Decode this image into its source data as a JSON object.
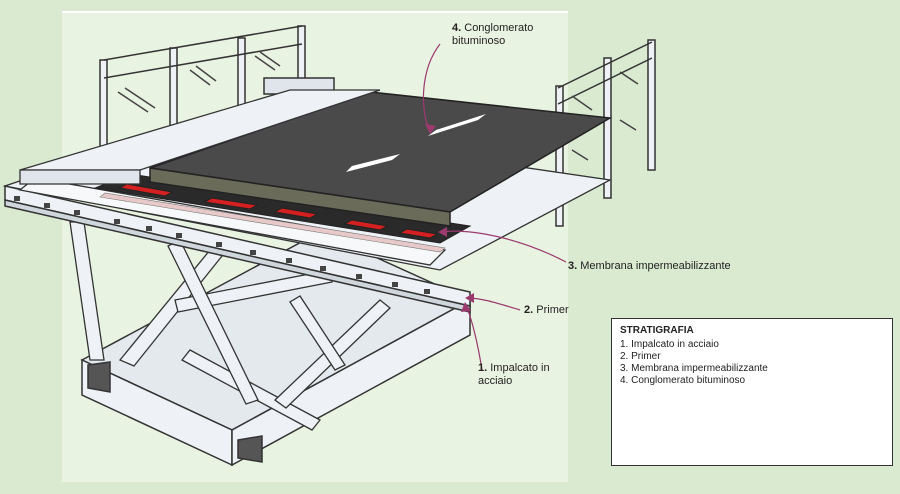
{
  "labels": {
    "conglomerato": {
      "num": "4.",
      "line1": "Conglomerato",
      "line2": "bituminoso"
    },
    "membrana": {
      "num": "3.",
      "text": "Membrana impermeabilizzante"
    },
    "primer": {
      "num": "2.",
      "text": "Primer"
    },
    "impalcato": {
      "num": "1.",
      "line1": "Impalcato in",
      "line2": "acciaio"
    }
  },
  "legend": {
    "title": "STRATIGRAFIA",
    "items": [
      "1. Impalcato in acciaio",
      "2. Primer",
      "3. Membrana impermeabilizzante",
      "4. Conglomerato bituminoso"
    ]
  },
  "colors": {
    "background": "#d9ead0",
    "panel": "#e9f3e1",
    "asphalt": "#4a4a4a",
    "steel": "#eef2f6",
    "membrane_red": "#d42020",
    "leader": "#9b3a6e"
  }
}
